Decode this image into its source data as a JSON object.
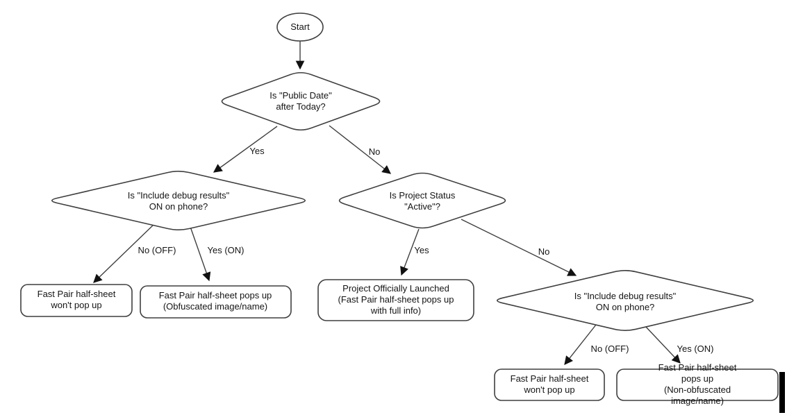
{
  "flowchart": {
    "nodes": {
      "start": {
        "label": "Start",
        "type": "terminal"
      },
      "public_date": {
        "label": "Is \"Public Date\"\nafter Today?",
        "type": "decision"
      },
      "debug_left": {
        "label": "Is \"Include debug results\"\nON on phone?",
        "type": "decision"
      },
      "project_status": {
        "label": "Is Project Status\n\"Active\"?",
        "type": "decision"
      },
      "debug_right": {
        "label": "Is \"Include debug results\"\nON on phone?",
        "type": "decision"
      },
      "no_popup_left": {
        "label": "Fast Pair half-sheet\nwon't pop up",
        "type": "result"
      },
      "obfuscated": {
        "label": "Fast Pair half-sheet pops up\n(Obfuscated image/name)",
        "type": "result"
      },
      "launched": {
        "label": "Project Officially Launched\n(Fast Pair half-sheet pops up\nwith full info)",
        "type": "result"
      },
      "no_popup_right": {
        "label": "Fast Pair half-sheet\nwon't pop up",
        "type": "result"
      },
      "non_obfuscated": {
        "label": "Fast Pair half-sheet pops up\n(Non-obfuscated image/name)",
        "type": "result"
      }
    },
    "edge_labels": {
      "public_date_yes": "Yes",
      "public_date_no": "No",
      "debug_left_no": "No (OFF)",
      "debug_left_yes": "Yes (ON)",
      "project_status_yes": "Yes",
      "project_status_no": "No",
      "debug_right_no": "No (OFF)",
      "debug_right_yes": "Yes (ON)"
    },
    "colors": {
      "stroke": "#3f3f3f",
      "arrowhead": "#111111",
      "text": "#141414",
      "background": "#ffffff"
    }
  }
}
